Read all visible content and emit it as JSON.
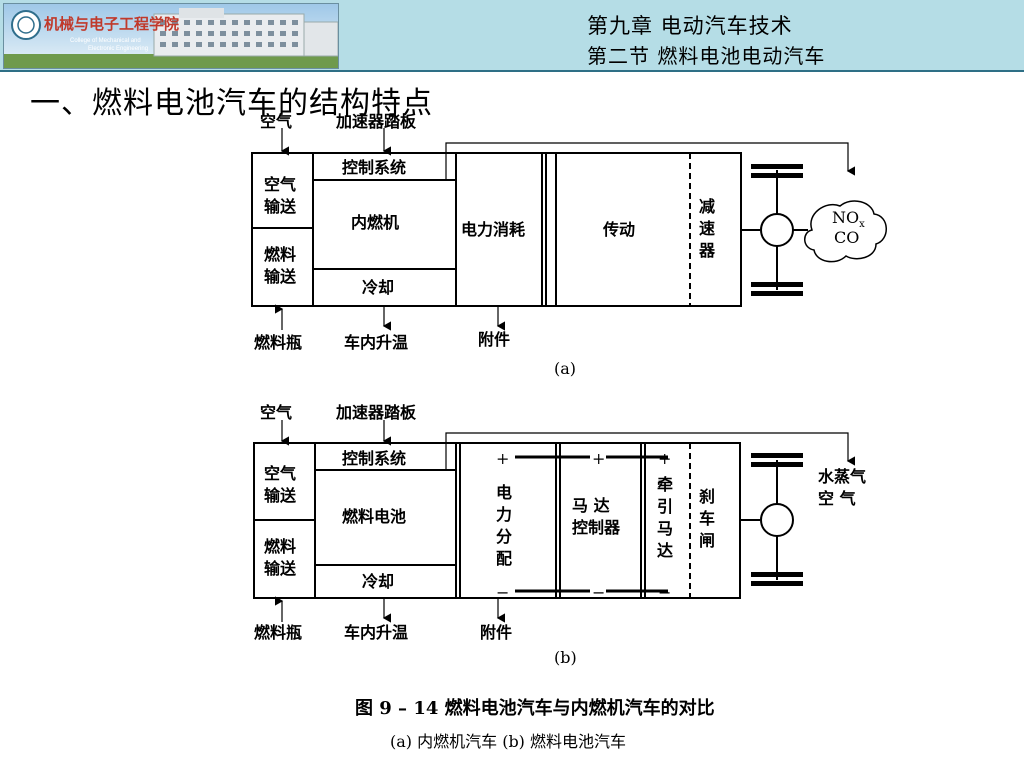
{
  "header": {
    "college_cn": "机械与电子工程学院",
    "college_en_1": "College of Mechanical and",
    "college_en_2": "Electronic Engineering",
    "chapter": "第九章  电动汽车技术",
    "section": "第二节   燃料电池电动汽车"
  },
  "headline": "一、燃料电池汽车的结构特点",
  "diagram_a": {
    "air_in": "空气",
    "pedal": "加速器踏板",
    "air_supply": [
      "空气",
      "输送"
    ],
    "fuel_supply": [
      "燃料",
      "输送"
    ],
    "control": "控制系统",
    "engine": "内燃机",
    "cooling": "冷却",
    "consumption": "电力消耗",
    "transmission": "传动",
    "reducer": [
      "减",
      "速",
      "器"
    ],
    "exhaust_1": "NO",
    "exhaust_1_sub": "x",
    "exhaust_2": "CO",
    "tank": "燃料瓶",
    "cabin_heat": "车内升温",
    "accessories": "附件",
    "label": "(a)"
  },
  "diagram_b": {
    "air_in": "空气",
    "pedal": "加速器踏板",
    "air_supply": [
      "空气",
      "输送"
    ],
    "fuel_supply": [
      "燃料",
      "输送"
    ],
    "control": "控制系统",
    "fuel_cell": "燃料电池",
    "cooling": "冷却",
    "power_dist": [
      "电",
      "力",
      "分",
      "配"
    ],
    "motor_ctrl_1": "马  达",
    "motor_ctrl_2": "控制器",
    "traction": [
      "牵",
      "引",
      "马",
      "达"
    ],
    "brake": [
      "刹",
      "车",
      "闸"
    ],
    "water_vapor": "水蒸气",
    "air_out": "空  气",
    "plus": "+",
    "minus": "−",
    "tank": "燃料瓶",
    "cabin_heat": "车内升温",
    "accessories": "附件",
    "label": "(b)"
  },
  "caption": "图 9 – 14   燃料电池汽车与内燃机汽车的对比",
  "subcaption": "(a) 内燃机汽车  (b) 燃料电池汽车",
  "colors": {
    "header_bg": "#b5dde6",
    "header_border": "#2e6f86"
  }
}
